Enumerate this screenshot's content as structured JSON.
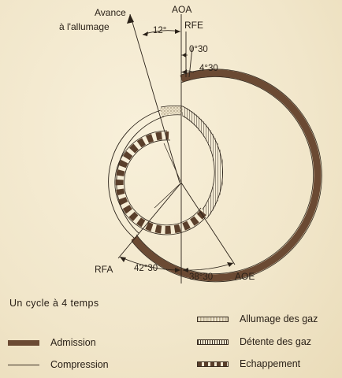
{
  "diagram": {
    "top_left_label_line1": "Avance",
    "top_left_label_line2": "à l'allumage",
    "aoa_label": "AOA",
    "rfe_label": "RFE",
    "angle_12": "12°",
    "angle_0_30": "0°30",
    "angle_4_30": "4°30",
    "rfa_label": "RFA",
    "aoe_label": "AOE",
    "angle_42_30": "42°30",
    "angle_38_30": "38°30"
  },
  "legend": {
    "title": "Un cycle à 4 temps",
    "admission": "Admission",
    "compression": "Compression",
    "allumage": "Allumage des gaz",
    "detente": "Détente des gaz",
    "echappement": "Echappement"
  },
  "colors": {
    "admission": "#6b4a33",
    "ink": "#2a2118",
    "paper": "#f3ead3"
  }
}
